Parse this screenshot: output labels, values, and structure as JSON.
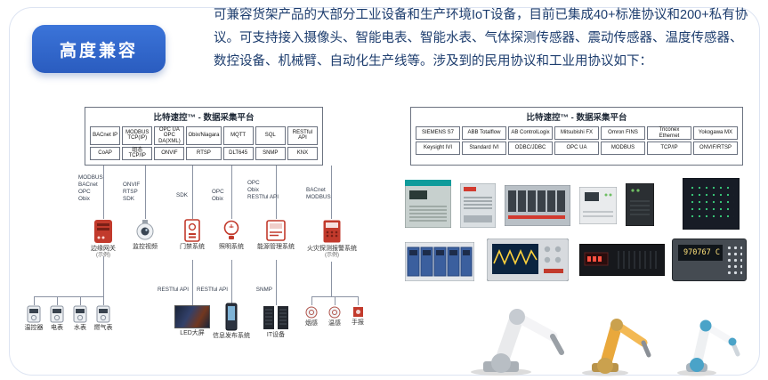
{
  "badge": {
    "label": "高度兼容"
  },
  "intro": {
    "text": "可兼容货架产品的大部分工业设备和生产环境IoT设备，目前已集成40+标准协议和200+私有协议。可支持接入摄像头、智能电表、智能水表、气体探测传感器、震动传感器、温度传感器、数控设备、机械臂、自动化生产线等。涉及到的民用协议和工业用协议如下："
  },
  "left_panel": {
    "title": "比特速控™ - 数据采集平台",
    "protocols": [
      "BACnet IP",
      "MODBUS TCP(IP)",
      "OPC UA OPC DA(XML)",
      "Obix/Niagara",
      "MQTT",
      "SQL",
      "RESTful API",
      "CoAP",
      "组态TCP/IP",
      "ONVIF",
      "RTSP",
      "DLT645",
      "SNMP",
      "KNX"
    ],
    "links": {
      "gateway": "MODBUS\nBACnet\nOPC\nObix",
      "camera": "ONVIF\nRTSP\nSDK",
      "door": "SDK",
      "bulb": "OPC\nObix",
      "meter": "OPC\nObix\nRESTful API",
      "fire": "BACnet\nMODBUS",
      "screen": "RESTful API",
      "kiosk": "RESTful API",
      "racks": "SNMP"
    },
    "devices": {
      "gateway": "边缘网关",
      "gateway_note": "(示例)",
      "camera": "监控视频",
      "door": "门禁系统",
      "bulb": "照明系统",
      "meter": "能源管理系统",
      "fire": "火灾探测报警系统",
      "fire_note": "(示例)",
      "sub_meters": [
        "温控器",
        "电表",
        "水表",
        "燃气表"
      ],
      "screen": "LED大屏",
      "kiosk": "信息发布系统",
      "racks": "IT设备",
      "detectors": [
        "烟感",
        "温感",
        "手报"
      ]
    }
  },
  "right_panel": {
    "title": "比特速控™ - 数据采集平台",
    "protocols": [
      "SIEMENS S7",
      "ABB Totalflow",
      "AB ControlLogix",
      "Mitsubishi FX",
      "Omron FINS",
      "Triconex Ethernet",
      "Yokogawa MX",
      "Keysight IVI",
      "Standard IVI",
      "ODBC/JDBC",
      "OPC UA",
      "MODBUS",
      "TCP/IP",
      "ONVIF/RTSP"
    ],
    "multimeter_display": "970767 C"
  }
}
